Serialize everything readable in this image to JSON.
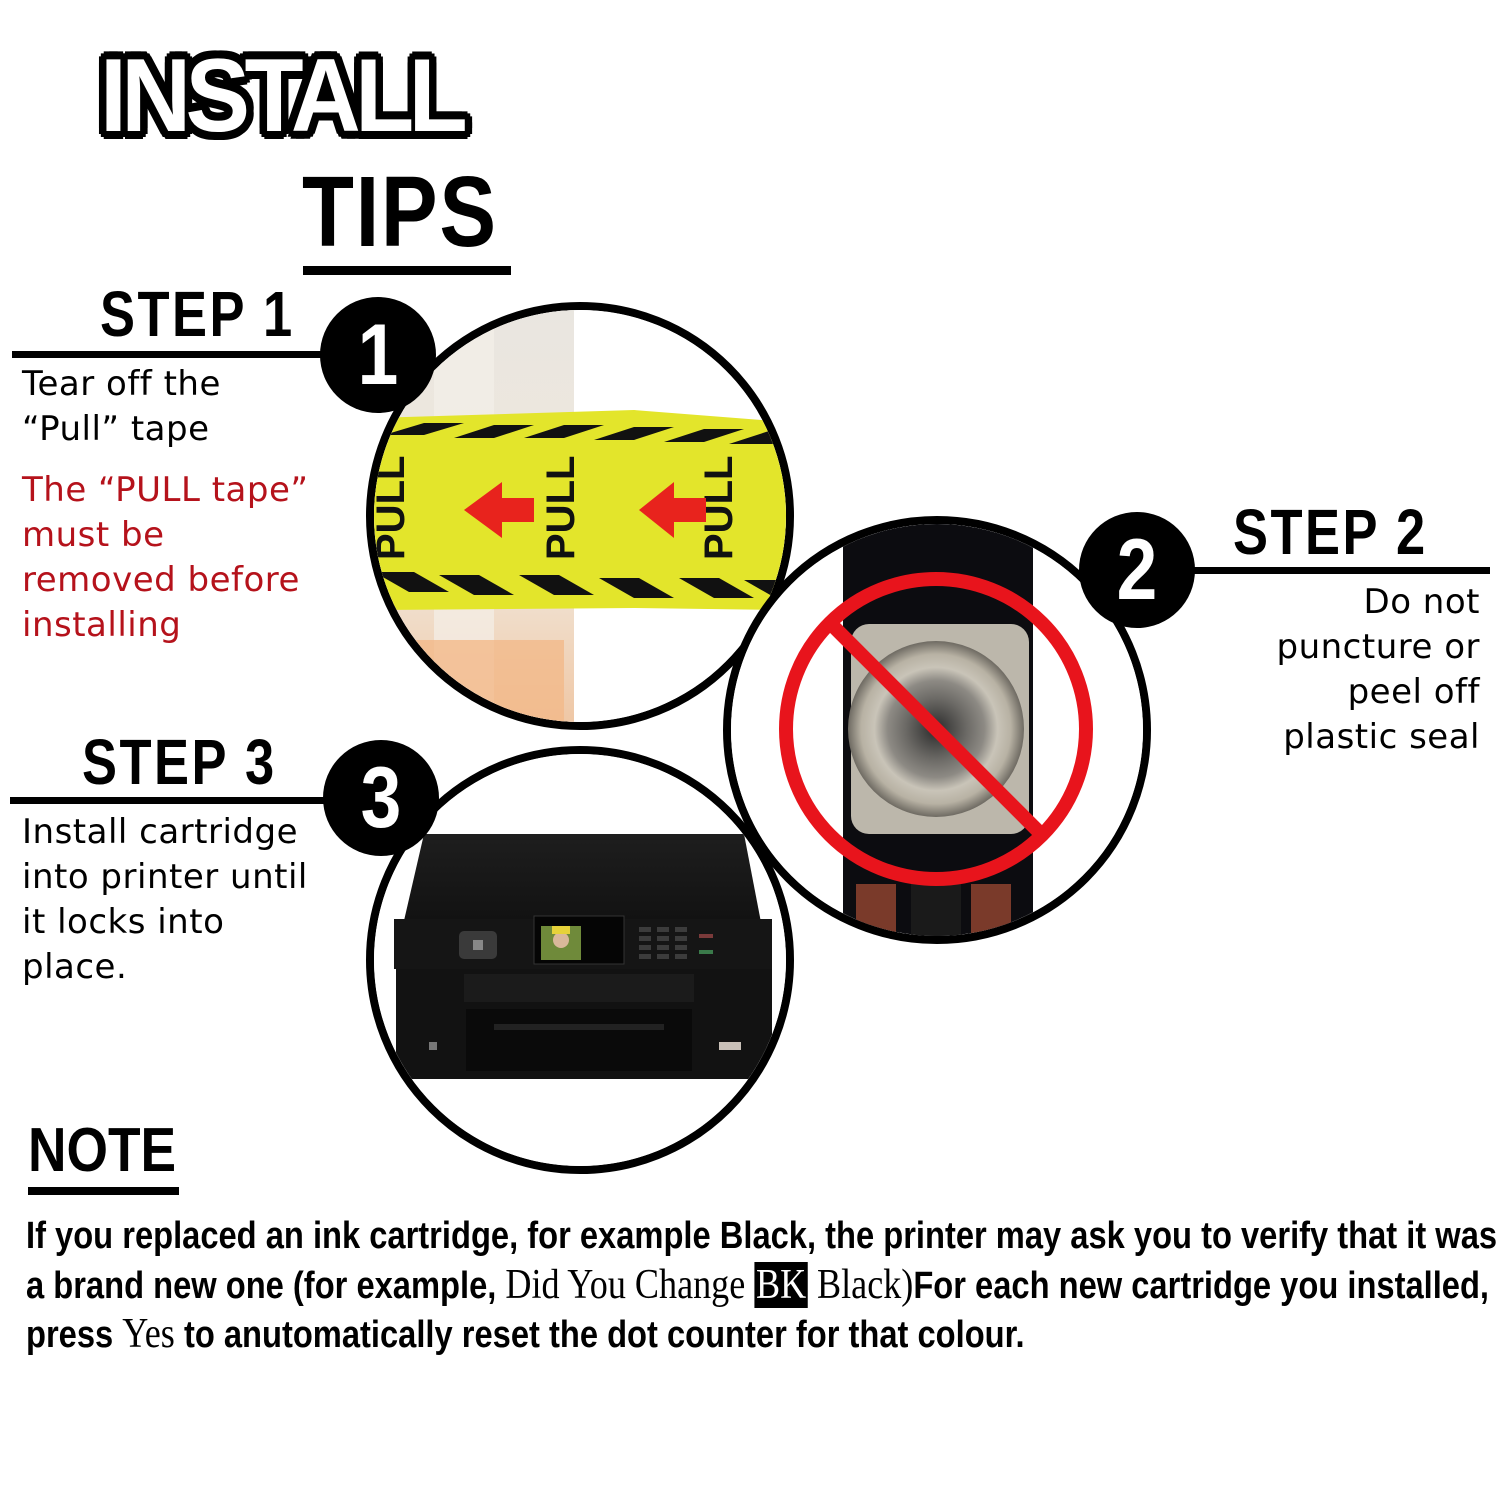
{
  "header": {
    "title_line1": "INSTALL",
    "title_line2": "TIPS"
  },
  "steps": [
    {
      "number": "1",
      "heading": "STEP 1",
      "description_lines": [
        "Tear off the",
        "“Pull” tape"
      ],
      "warning_lines": [
        "The “PULL tape”",
        "must be",
        "removed before",
        "installing"
      ],
      "image": {
        "subject": "ink cartridge with yellow PULL tape",
        "tape_label": "PULL",
        "tape_color": "#e6e62a",
        "arrow_color": "#e8231d",
        "icon": "left-arrow-icon"
      }
    },
    {
      "number": "2",
      "heading": "STEP 2",
      "description_lines": [
        "Do not",
        "puncture or",
        "peel off",
        "plastic seal"
      ],
      "image": {
        "subject": "cartridge ink outlet with plastic seal",
        "overlay_icon": "prohibited-icon",
        "overlay_color": "#e8141c"
      }
    },
    {
      "number": "3",
      "heading": "STEP 3",
      "description_lines": [
        "Install cartridge",
        "into printer until",
        "it locks into",
        "place."
      ],
      "image": {
        "subject": "black inkjet multifunction printer"
      }
    }
  ],
  "note": {
    "heading": "NOTE",
    "body": {
      "part1": "If you replaced an ink cartridge, for example Black, the printer may ask you to verify that it was a brand new one (for example, ",
      "prompt_text": "Did You Change",
      "prompt_badge": "BK",
      "prompt_color": "Black)",
      "part2": "For each new cartridge you installed, press ",
      "yes_text": "Yes",
      "part3": " to anutomatically reset the dot counter for that colour."
    }
  },
  "colors": {
    "warning_text": "#b5121b",
    "primary": "#000000",
    "background": "#ffffff"
  }
}
